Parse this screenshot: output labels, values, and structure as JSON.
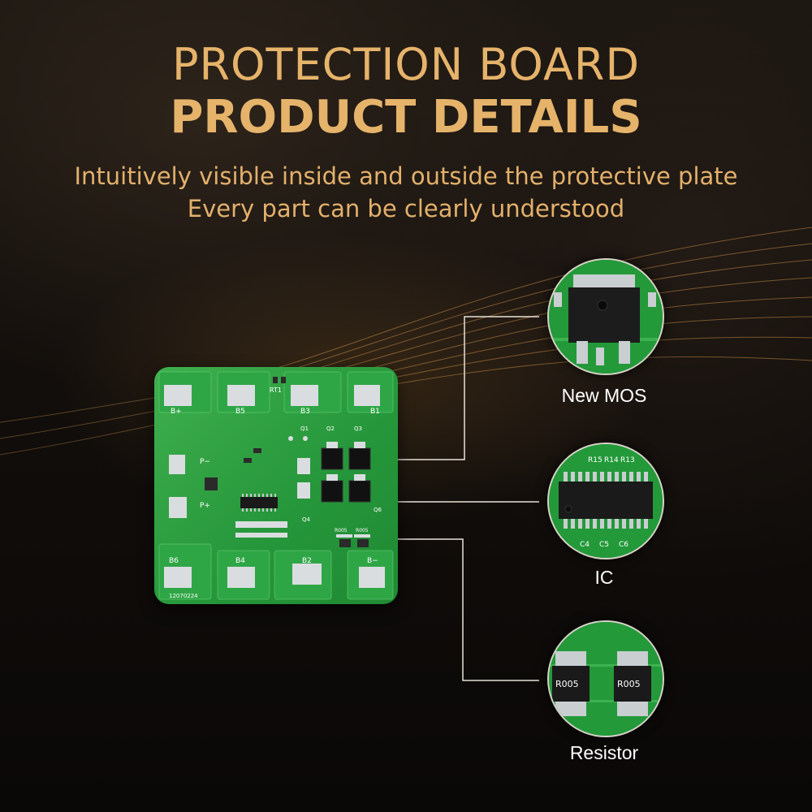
{
  "heading": {
    "line1": "PROTECTION BOARD",
    "line2": "PRODUCT DETAILS",
    "subtitle1": "Intuitively visible inside and outside the protective plate",
    "subtitle2": "Every part can be clearly understood"
  },
  "board": {
    "pad_labels_top": [
      "B+",
      "B5",
      "B3",
      "B1"
    ],
    "pad_labels_bottom": [
      "B6",
      "B4",
      "B2",
      "B−"
    ],
    "side_labels": [
      "P−",
      "P+"
    ],
    "part_labels": [
      "RT1",
      "Q1",
      "Q2",
      "Q3",
      "Q4",
      "Q6",
      "R005",
      "R005"
    ],
    "serial": "12070224"
  },
  "callouts": [
    {
      "label": "New MOS"
    },
    {
      "label": "IC",
      "chip_marks": [
        "R15",
        "R14",
        "R13",
        "C4",
        "C5",
        "C6"
      ]
    },
    {
      "label": "Resistor",
      "resistor_marks": [
        "R005",
        "R005"
      ]
    }
  ],
  "colors": {
    "accent_gold": "#e6b36b",
    "pcb_green": "#25963a",
    "label_white": "#ffffff"
  }
}
